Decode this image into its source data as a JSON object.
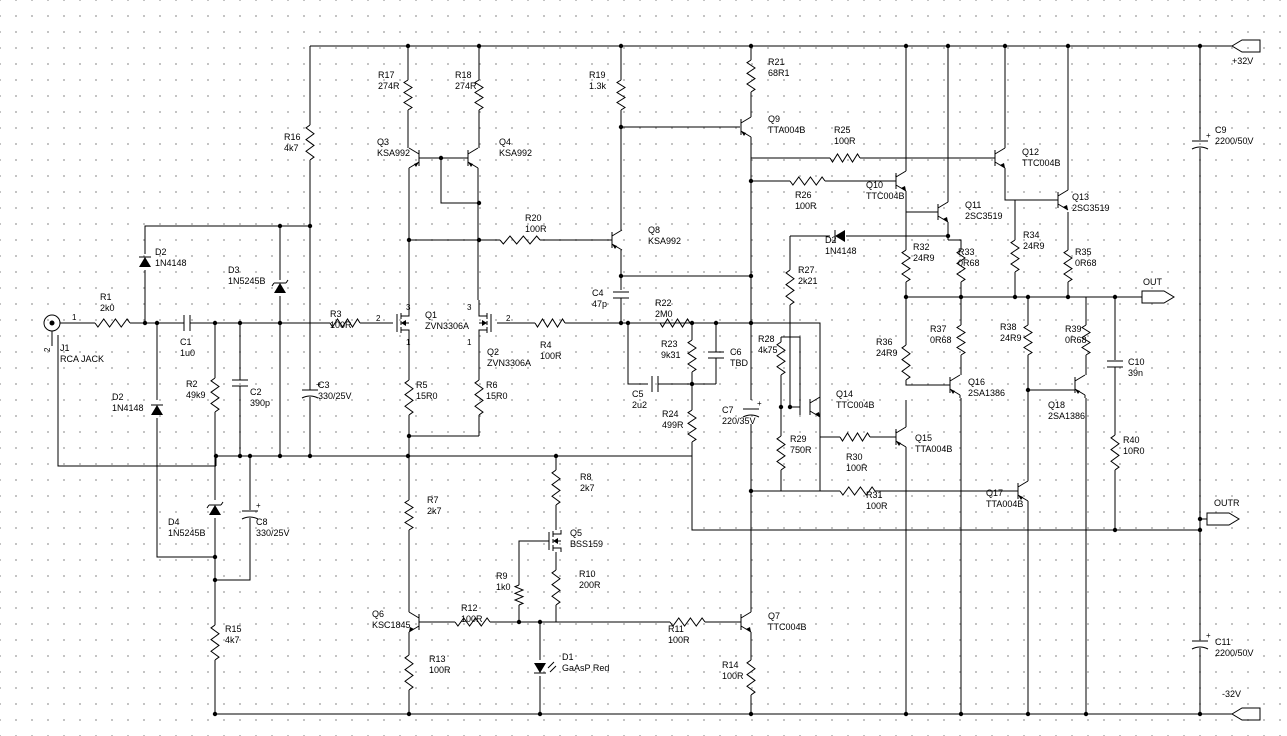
{
  "ports": {
    "vpos": "+32V",
    "out": "OUT",
    "outr": "OUTR",
    "vneg": "-32V"
  },
  "pins": {
    "p1": "1",
    "p2": "2",
    "p3": "3",
    "p1b": "1",
    "p3b": "3",
    "p1c": "1",
    "p2c": "2"
  },
  "parts": [
    {
      "id": "J1",
      "val": "RCA JACK"
    },
    {
      "id": "R1",
      "val": "2k0"
    },
    {
      "id": "D2",
      "val": "1N4148"
    },
    {
      "id": "D2b",
      "ref": "D2",
      "val": "1N4148"
    },
    {
      "id": "D3",
      "val": "1N5245B"
    },
    {
      "id": "R16",
      "val": "4k7"
    },
    {
      "id": "C1",
      "val": "1u0"
    },
    {
      "id": "R2",
      "val": "49k9"
    },
    {
      "id": "C2",
      "val": "390p"
    },
    {
      "id": "C3",
      "val": "330/25V"
    },
    {
      "id": "R3",
      "val": "100R"
    },
    {
      "id": "D4",
      "val": "1N5245B"
    },
    {
      "id": "C8",
      "val": "330/25V"
    },
    {
      "id": "R15",
      "val": "4k7"
    },
    {
      "id": "R17",
      "val": "274R"
    },
    {
      "id": "R18",
      "val": "274R"
    },
    {
      "id": "Q3",
      "val": "KSA992"
    },
    {
      "id": "Q4",
      "val": "KSA992"
    },
    {
      "id": "Q1",
      "val": "ZVN3306A"
    },
    {
      "id": "Q2",
      "val": "ZVN3306A"
    },
    {
      "id": "R5",
      "val": "15R0"
    },
    {
      "id": "R6",
      "val": "15R0"
    },
    {
      "id": "R7",
      "val": "2k7"
    },
    {
      "id": "Q6",
      "val": "KSC1845"
    },
    {
      "id": "R13",
      "val": "100R"
    },
    {
      "id": "R12",
      "val": "100R"
    },
    {
      "id": "R20",
      "val": "100R"
    },
    {
      "id": "R4",
      "val": "100R"
    },
    {
      "id": "R19",
      "val": "1.3k"
    },
    {
      "id": "Q8",
      "val": "KSA992"
    },
    {
      "id": "C4",
      "val": "47p"
    },
    {
      "id": "R22",
      "val": "2M0"
    },
    {
      "id": "R23",
      "val": "9k31"
    },
    {
      "id": "C5",
      "val": "2u2"
    },
    {
      "id": "C6",
      "val": "TBD"
    },
    {
      "id": "R24",
      "val": "499R"
    },
    {
      "id": "R8",
      "val": "2k7"
    },
    {
      "id": "Q5",
      "val": "BSS159"
    },
    {
      "id": "R9",
      "val": "1k0"
    },
    {
      "id": "R10",
      "val": "200R"
    },
    {
      "id": "D1",
      "val": "GaAsP Red"
    },
    {
      "id": "R11",
      "val": "100R"
    },
    {
      "id": "Q7",
      "val": "TTC004B"
    },
    {
      "id": "R14",
      "val": "100R"
    },
    {
      "id": "R21",
      "val": "68R1"
    },
    {
      "id": "Q9",
      "val": "TTA004B"
    },
    {
      "id": "C7",
      "val": "220/35V"
    },
    {
      "id": "R25",
      "val": "100R"
    },
    {
      "id": "R26",
      "val": "100R"
    },
    {
      "id": "Q10",
      "val": "TTC004B"
    },
    {
      "id": "Q11",
      "val": "2SC3519"
    },
    {
      "id": "Q12",
      "val": "TTC004B"
    },
    {
      "id": "Q13",
      "val": "2SC3519"
    },
    {
      "id": "R27",
      "val": "2k21"
    },
    {
      "id": "R28",
      "val": "4k75"
    },
    {
      "id": "R29",
      "val": "750R"
    },
    {
      "id": "Q14",
      "val": "TTC004B"
    },
    {
      "id": "R30",
      "val": "100R"
    },
    {
      "id": "R31",
      "val": "100R"
    },
    {
      "id": "Q15",
      "val": "TTA004B"
    },
    {
      "id": "R32",
      "val": "24R9"
    },
    {
      "id": "R33",
      "val": "0R68"
    },
    {
      "id": "R34",
      "val": "24R9"
    },
    {
      "id": "R35",
      "val": "0R68"
    },
    {
      "id": "R36",
      "val": "24R9"
    },
    {
      "id": "R37",
      "val": "0R68"
    },
    {
      "id": "R38",
      "val": "24R9"
    },
    {
      "id": "R39",
      "val": "0R68"
    },
    {
      "id": "Q16",
      "val": "2SA1386"
    },
    {
      "id": "Q18",
      "val": "2SA1386"
    },
    {
      "id": "Q17",
      "val": "TTA004B"
    },
    {
      "id": "C10",
      "val": "39n"
    },
    {
      "id": "R40",
      "val": "10R0"
    },
    {
      "id": "C9",
      "val": "2200/50V"
    },
    {
      "id": "C11",
      "val": "2200/50V"
    }
  ]
}
